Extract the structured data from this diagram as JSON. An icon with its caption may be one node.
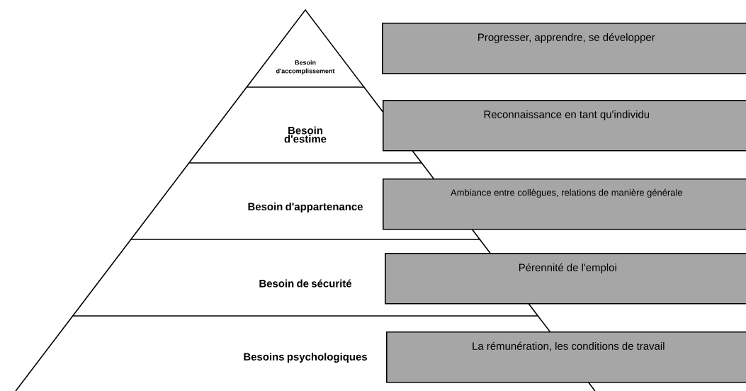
{
  "diagram": {
    "nodes": [
      {
        "text": [
          "Besoin d'accomplissement"
        ]
      },
      {
        "text": [
          "Progresser, apprendre, se développer"
        ]
      },
      {
        "text": [
          "Besoin d'estime"
        ]
      },
      {
        "text": [
          "Reconnaissance en tant qu'individu"
        ]
      },
      {
        "text": [
          "Besoin d'appartenance"
        ]
      },
      {
        "text": [
          "Ambiance entre collègues, relations de manière générale"
        ]
      },
      {
        "text": [
          "Besoin de sécurité"
        ]
      },
      {
        "text": [
          "Pérennité de l'emploi"
        ]
      },
      {
        "text": [
          "Besoins psychologiques"
        ]
      },
      {
        "text": [
          "La rémunération, les conditions de travail"
        ]
      }
    ]
  }
}
